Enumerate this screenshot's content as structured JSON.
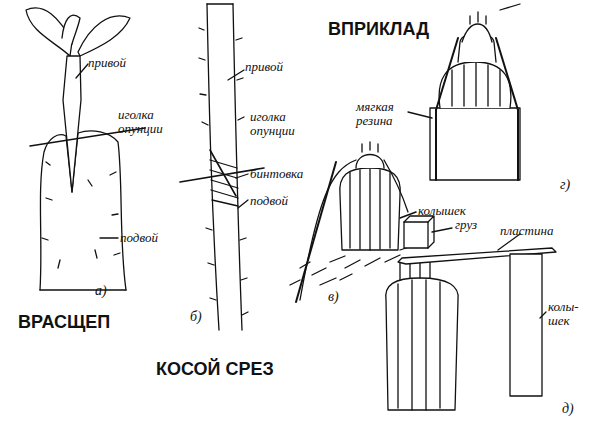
{
  "diagram": {
    "labels": [
      "привой",
      "иголка опунции",
      "подвой",
      "а)",
      "ВРАСЩЕП",
      "привой",
      "иголка опунции",
      "бинтовка",
      "подвой",
      "б)",
      "КОСОЙ СРЕЗ",
      "ВПРИКЛАД",
      "мягкая резина",
      "г)",
      "колышек",
      "в)",
      "груз",
      "пластина",
      "колы- шек",
      "д)"
    ]
  }
}
